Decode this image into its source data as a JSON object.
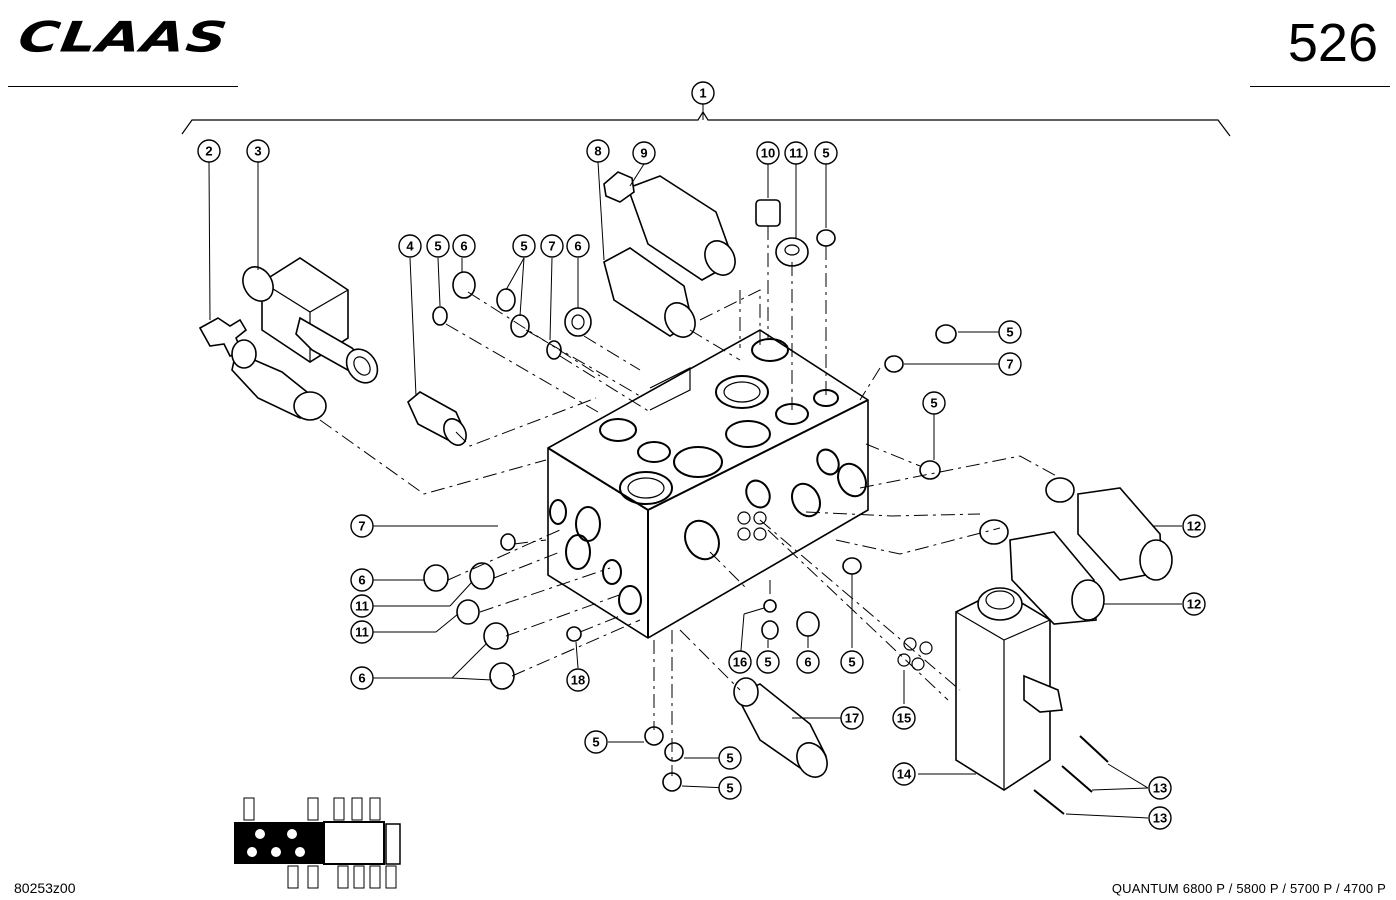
{
  "header": {
    "brand": "CLAAS",
    "page_number": "526"
  },
  "footer": {
    "drawing_id": "80253z00",
    "models": "QUANTUM 6800 P / 5800 P / 5700 P / 4700 P"
  },
  "callouts": [
    "1",
    "2",
    "3",
    "4",
    "5",
    "6",
    "7",
    "8",
    "9",
    "10",
    "11",
    "12",
    "13",
    "14",
    "15",
    "16",
    "17",
    "18"
  ]
}
